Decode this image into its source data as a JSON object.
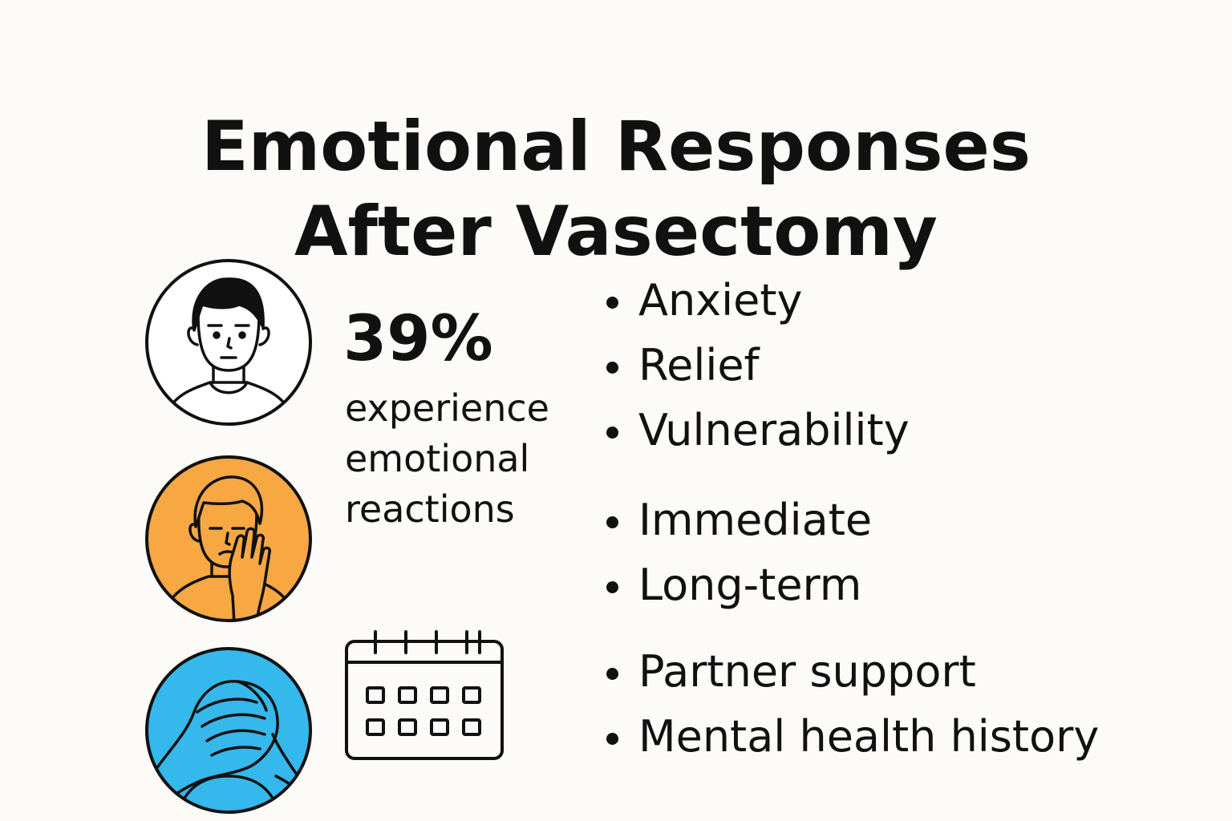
{
  "title": {
    "line1": "Emotional Responses",
    "line2": "After Vasectomy"
  },
  "stat": {
    "value": "39%",
    "caption_lines": [
      "experience",
      "emotional",
      "reactions"
    ]
  },
  "icons": {
    "avatar_neutral": "neutral-man-face-icon",
    "avatar_worried": "worried-man-hand-on-cheek-icon",
    "avatar_distressed": "hands-covering-face-icon",
    "calendar": "calendar-icon"
  },
  "colors": {
    "background": "#fcfbf7",
    "text": "#111111",
    "avatar_neutral_bg": "#ffffff",
    "avatar_worried_bg": "#f7a843",
    "avatar_distressed_bg": "#35b8ec"
  },
  "bullets": {
    "emotions": [
      "Anxiety",
      "Relief",
      "Vulnerability"
    ],
    "timing": [
      "Immediate",
      "Long-term"
    ],
    "factors": [
      "Partner support",
      "Mental health history"
    ]
  }
}
